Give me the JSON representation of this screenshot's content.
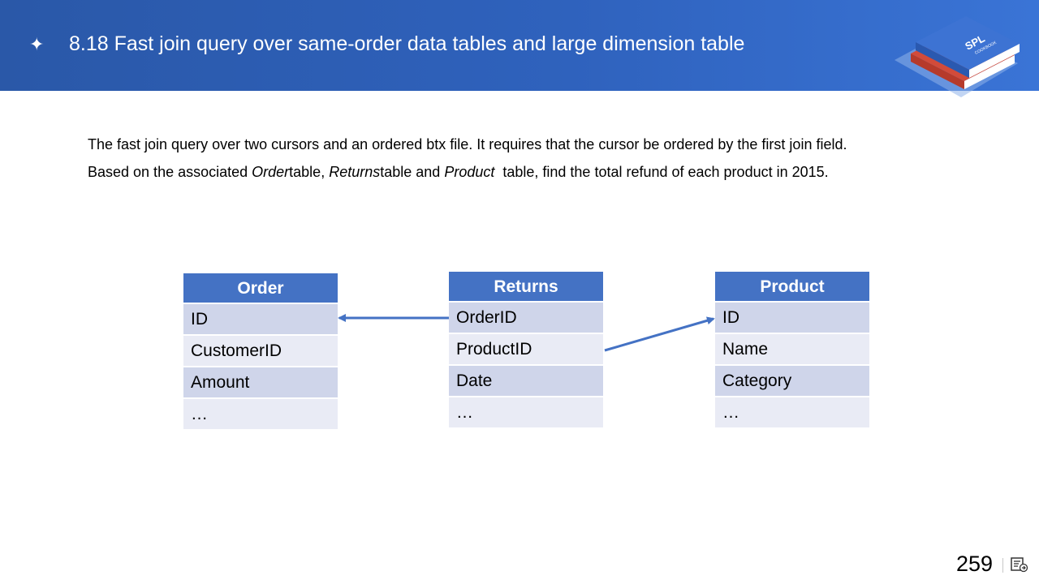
{
  "header": {
    "star_glyph": "✦",
    "title": "8.18 Fast join query over same-order data tables and large dimension table",
    "logo": {
      "icon": "spl-cookbook-logo",
      "title": "SPL",
      "subtitle": "COOKBOOK"
    }
  },
  "intro": {
    "line1": "The fast join query over two cursors and an ordered btx file. It requires that the cursor be ordered by the first join field.",
    "line2_part1": "Based on the associated ",
    "line2_order": "Order",
    "line2_part2": "table, ",
    "line2_returns": "Returns",
    "line2_part3": "table and ",
    "line2_product": "Product",
    "line2_part4": "  table, find the total refund of each product in 2015."
  },
  "tables": {
    "order": {
      "title": "Order",
      "fields": [
        "ID",
        "CustomerID",
        "Amount",
        "…"
      ]
    },
    "returns": {
      "title": "Returns",
      "fields": [
        "OrderID",
        "ProductID",
        "Date",
        "…"
      ]
    },
    "product": {
      "title": "Product",
      "fields": [
        "ID",
        "Name",
        "Category",
        "…"
      ]
    }
  },
  "colors": {
    "header_bg": "#2f62bd",
    "table_header": "#4472c4",
    "row_odd": "#cfd5ea",
    "row_even": "#e9ebf5",
    "arrow": "#4472c4"
  },
  "footer": {
    "page_number": "259",
    "icon": "notes-icon"
  }
}
